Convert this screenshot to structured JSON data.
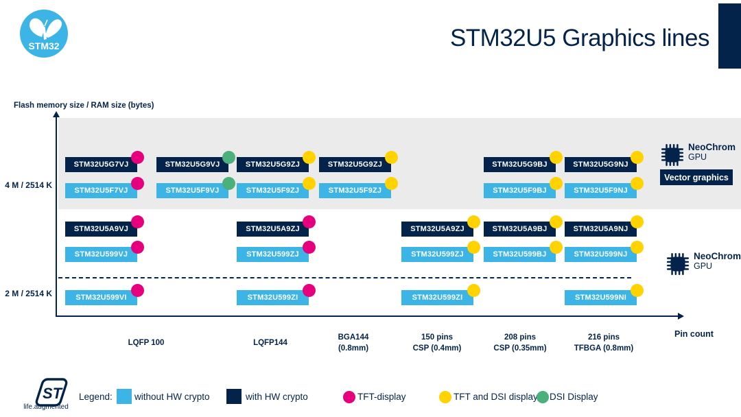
{
  "header": {
    "logo_text": "STM32",
    "title": "STM32U5 Graphics lines"
  },
  "chart": {
    "y_axis_label": "Flash memory size / RAM size (bytes)",
    "x_axis_label": "Pin count",
    "y_ticks": [
      {
        "label": "4 M / 2514 K"
      },
      {
        "label": "2 M / 2514 K"
      }
    ],
    "x_ticks": [
      {
        "line1": "LQFP 100",
        "line2": ""
      },
      {
        "line1": "LQFP144",
        "line2": ""
      },
      {
        "line1": "BGA144",
        "line2": "(0.8mm)"
      },
      {
        "line1": "150 pins",
        "line2": "CSP (0.4mm)"
      },
      {
        "line1": "208 pins",
        "line2": "CSP (0.35mm)"
      },
      {
        "line1": "216 pins",
        "line2": "TFBGA (0.8mm)"
      }
    ]
  },
  "chips": [
    {
      "label": "STM32U5G7VJ",
      "variant": "dark",
      "dot": "pink",
      "slot": 1,
      "row": "r1a"
    },
    {
      "label": "STM32U5G9VJ",
      "variant": "dark",
      "dot": "green",
      "slot": 2,
      "row": "r1a"
    },
    {
      "label": "STM32U5G9ZJ",
      "variant": "dark",
      "dot": "yellow",
      "slot": 3,
      "row": "r1a"
    },
    {
      "label": "STM32U5G9ZJ",
      "variant": "dark",
      "dot": "yellow",
      "slot": 4,
      "row": "r1a"
    },
    {
      "label": "STM32U5G9BJ",
      "variant": "dark",
      "dot": "yellow",
      "slot": 6,
      "row": "r1a"
    },
    {
      "label": "STM32U5G9NJ",
      "variant": "dark",
      "dot": "yellow",
      "slot": 7,
      "row": "r1a"
    },
    {
      "label": "STM32U5F7VJ",
      "variant": "light",
      "dot": "pink",
      "slot": 1,
      "row": "r1b"
    },
    {
      "label": "STM32U5F9VJ",
      "variant": "light",
      "dot": "green",
      "slot": 2,
      "row": "r1b"
    },
    {
      "label": "STM32U5F9ZJ",
      "variant": "light",
      "dot": "yellow",
      "slot": 3,
      "row": "r1b"
    },
    {
      "label": "STM32U5F9ZJ",
      "variant": "light",
      "dot": "yellow",
      "slot": 4,
      "row": "r1b"
    },
    {
      "label": "STM32U5F9BJ",
      "variant": "light",
      "dot": "yellow",
      "slot": 6,
      "row": "r1b"
    },
    {
      "label": "STM32U5F9NJ",
      "variant": "light",
      "dot": "yellow",
      "slot": 7,
      "row": "r1b"
    },
    {
      "label": "STM32U5A9VJ",
      "variant": "dark",
      "dot": "pink",
      "slot": 1,
      "row": "r2a"
    },
    {
      "label": "STM32U5A9ZJ",
      "variant": "dark",
      "dot": "pink",
      "slot": 3,
      "row": "r2a"
    },
    {
      "label": "STM32U5A9ZJ",
      "variant": "dark",
      "dot": "yellow",
      "slot": 5,
      "row": "r2a"
    },
    {
      "label": "STM32U5A9BJ",
      "variant": "dark",
      "dot": "yellow",
      "slot": 6,
      "row": "r2a"
    },
    {
      "label": "STM32U5A9NJ",
      "variant": "dark",
      "dot": "yellow",
      "slot": 7,
      "row": "r2a"
    },
    {
      "label": "STM32U599VJ",
      "variant": "light",
      "dot": "pink",
      "slot": 1,
      "row": "r2b"
    },
    {
      "label": "STM32U599ZJ",
      "variant": "light",
      "dot": "pink",
      "slot": 3,
      "row": "r2b"
    },
    {
      "label": "STM32U599ZJ",
      "variant": "light",
      "dot": "yellow",
      "slot": 5,
      "row": "r2b"
    },
    {
      "label": "STM32U599BJ",
      "variant": "light",
      "dot": "yellow",
      "slot": 6,
      "row": "r2b"
    },
    {
      "label": "STM32U599NJ",
      "variant": "light",
      "dot": "yellow",
      "slot": 7,
      "row": "r2b"
    },
    {
      "label": "STM32U599VI",
      "variant": "light",
      "dot": "pink",
      "slot": 1,
      "row": "r3"
    },
    {
      "label": "STM32U599ZI",
      "variant": "light",
      "dot": "pink",
      "slot": 3,
      "row": "r3"
    },
    {
      "label": "STM32U599ZI",
      "variant": "light",
      "dot": "yellow",
      "slot": 5,
      "row": "r3"
    },
    {
      "label": "STM32U599NI",
      "variant": "light",
      "dot": "yellow",
      "slot": 7,
      "row": "r3"
    }
  ],
  "badges": {
    "neochrom_top": {
      "title": "NeoChrom",
      "subtitle": "GPU",
      "tag": "Vector graphics"
    },
    "neochrom_mid": {
      "title": "NeoChrom",
      "subtitle": "GPU"
    }
  },
  "legend": {
    "label": "Legend:",
    "items": [
      {
        "swatch": "square",
        "color_key": "light_blue",
        "label": "without HW crypto"
      },
      {
        "swatch": "square",
        "color_key": "navy",
        "label": "with HW crypto"
      },
      {
        "swatch": "circle",
        "color_key": "pink",
        "label": "TFT-display"
      },
      {
        "swatch": "circle",
        "color_key": "yellow",
        "label": "TFT and DSI display"
      },
      {
        "swatch": "circle",
        "color_key": "green",
        "label": "DSI Display"
      }
    ]
  },
  "footer": {
    "tagline": "life.augmented"
  },
  "colors": {
    "navy": "#03234B",
    "light_blue": "#3CB4E6",
    "pink": "#E6007E",
    "yellow": "#FFD200",
    "green": "#4CB07C",
    "band_gray": "#EBEBEB"
  }
}
